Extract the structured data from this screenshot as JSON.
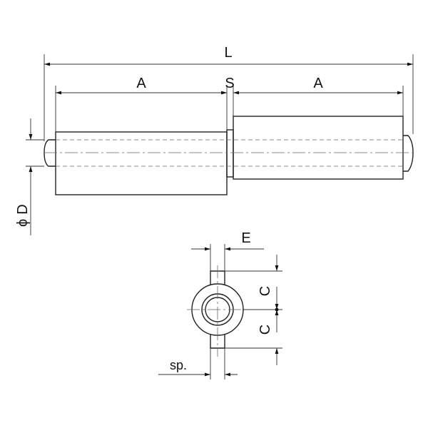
{
  "labels": {
    "overall_length": "L",
    "segment_length": "A",
    "gap": "S",
    "diameter_symbol": "ϕ",
    "diameter_letter": "D",
    "wing_width": "E",
    "half_span_upper": "C",
    "half_span_lower": "C",
    "thickness": "sp."
  }
}
